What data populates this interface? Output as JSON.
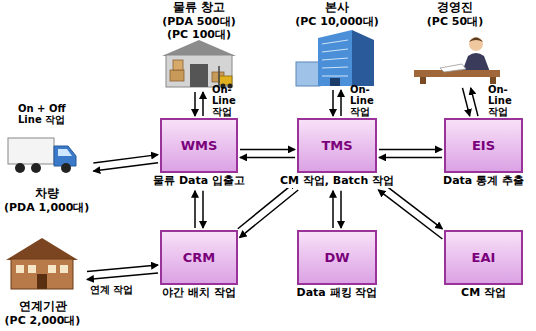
{
  "diagram": {
    "nodes": [
      {
        "text": [
          "물류 창고",
          "(PDA 500대) (PC 100대)"
        ]
      },
      {
        "text": [
          "본사",
          "(PC 10,000대)"
        ]
      },
      {
        "text": [
          "경영진",
          "(PC 50대)"
        ]
      },
      {
        "text": [
          "차량",
          "(PDA 1,000대)"
        ]
      },
      {
        "text": [
          "WMS",
          "물류 Data 입출고"
        ]
      },
      {
        "text": [
          "TMS",
          "CM 작업, Batch 작업"
        ]
      },
      {
        "text": [
          "EIS",
          "Data 통계 추출"
        ]
      },
      {
        "text": [
          "연계기관",
          "(PC 2,000대)"
        ]
      },
      {
        "text": [
          "CRM",
          "야간 배치 작업"
        ]
      },
      {
        "text": [
          "DW",
          "Data 패킹 작업"
        ]
      },
      {
        "text": [
          "EAI",
          "CM 작업"
        ]
      }
    ],
    "edges": [
      {
        "from": 4,
        "to": 0,
        "arrow": "to",
        "label": "On-Line 작업"
      },
      {
        "from": 0,
        "to": 4,
        "arrow": "to"
      },
      {
        "from": 5,
        "to": 1,
        "arrow": "to",
        "label": "On-Line 작업"
      },
      {
        "from": 1,
        "to": 5,
        "arrow": "to"
      },
      {
        "from": 6,
        "to": 2,
        "arrow": "to",
        "label": "On-Line 작업"
      },
      {
        "from": 2,
        "to": 6,
        "arrow": "to"
      },
      {
        "from": 3,
        "to": 4,
        "arrow": "to",
        "label": "On + Off Line 작업"
      },
      {
        "from": 4,
        "to": 3,
        "arrow": "to"
      },
      {
        "from": 4,
        "to": 5,
        "arrow": "to"
      },
      {
        "from": 5,
        "to": 4,
        "arrow": "to"
      },
      {
        "from": 5,
        "to": 6,
        "arrow": "to"
      },
      {
        "from": 6,
        "to": 5,
        "arrow": "to"
      },
      {
        "from": 4,
        "to": 8,
        "arrow": "to"
      },
      {
        "from": 8,
        "to": 4,
        "arrow": "to"
      },
      {
        "from": 5,
        "to": 9,
        "arrow": "to"
      },
      {
        "from": 9,
        "to": 5,
        "arrow": "to"
      },
      {
        "from": 5,
        "to": 8,
        "arrow": "to"
      },
      {
        "from": 8,
        "to": 5,
        "arrow": "to"
      },
      {
        "from": 5,
        "to": 10,
        "arrow": "to"
      },
      {
        "from": 10,
        "to": 5,
        "arrow": "to"
      },
      {
        "from": 7,
        "to": 8,
        "arrow": "to",
        "label": "연계 작업"
      },
      {
        "from": 8,
        "to": 7,
        "arrow": "to"
      }
    ]
  }
}
